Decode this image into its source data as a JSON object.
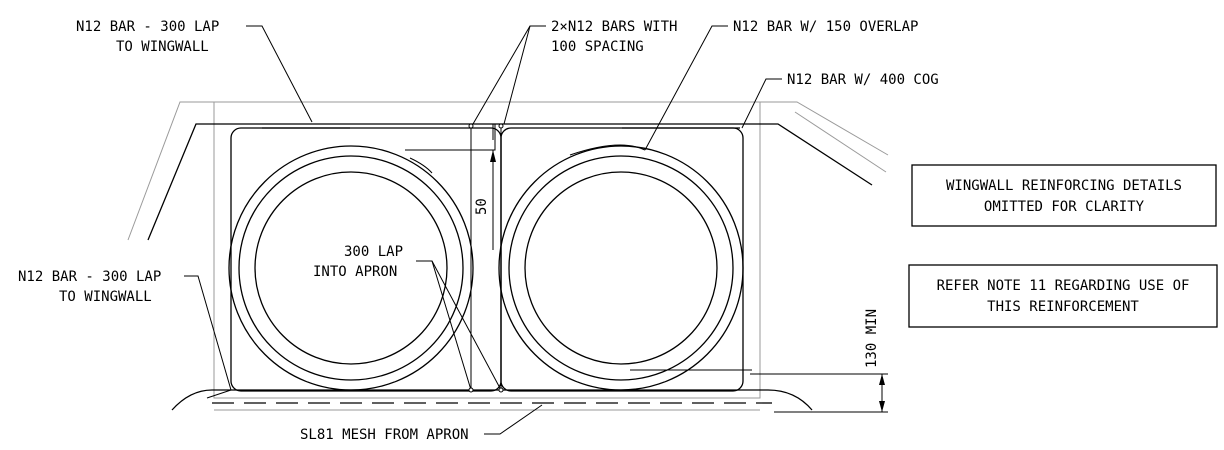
{
  "labels": {
    "n12_lap_top_line1": "N12 BAR -  300 LAP",
    "n12_lap_top_line2": "TO WINGWALL",
    "two_bars_line1": "2×N12 BARS WITH",
    "two_bars_line2": "100 SPACING",
    "overlap": "N12 BAR W/ 150 OVERLAP",
    "cog": "N12 BAR W/ 400 COG",
    "lap_apron_line1": "300 LAP",
    "lap_apron_line2": "INTO APRON",
    "n12_lap_bottom_line1": "N12 BAR -  300 LAP",
    "n12_lap_bottom_line2": "TO WINGWALL",
    "mesh": "SL81 MESH FROM APRON",
    "dim_50": "50",
    "dim_130": "130 MIN"
  },
  "notes": {
    "note1_line1": "WINGWALL REINFORCING DETAILS",
    "note1_line2": "OMITTED FOR CLARITY",
    "note2_line1": "REFER NOTE 11 REGARDING USE OF",
    "note2_line2": "THIS REINFORCEMENT"
  }
}
